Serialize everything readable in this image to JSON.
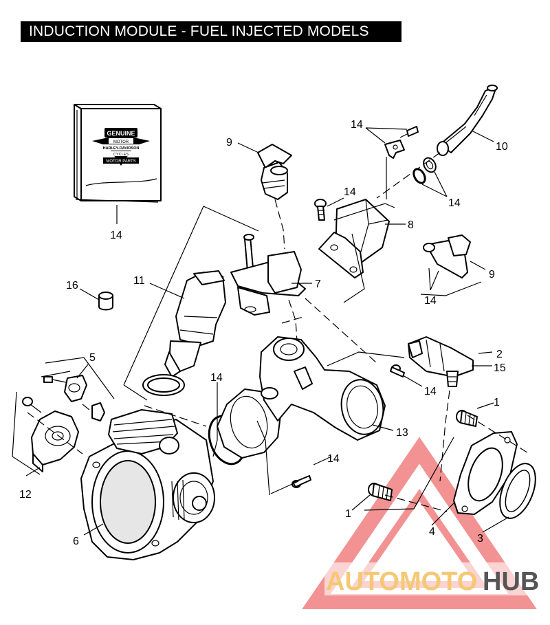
{
  "title": "INDUCTION MODULE - FUEL INJECTED MODELS",
  "callouts": [
    {
      "id": "c14-book",
      "label": "14"
    },
    {
      "id": "c9-top",
      "label": "9"
    },
    {
      "id": "c14-top",
      "label": "14"
    },
    {
      "id": "c10",
      "label": "10"
    },
    {
      "id": "c14-oring",
      "label": "14"
    },
    {
      "id": "c14-bolt8",
      "label": "14"
    },
    {
      "id": "c8",
      "label": "8"
    },
    {
      "id": "c9-right",
      "label": "9"
    },
    {
      "id": "c14-inj",
      "label": "14"
    },
    {
      "id": "c16",
      "label": "16"
    },
    {
      "id": "c11",
      "label": "11"
    },
    {
      "id": "c7",
      "label": "7"
    },
    {
      "id": "c2",
      "label": "2"
    },
    {
      "id": "c15",
      "label": "15"
    },
    {
      "id": "c5",
      "label": "5"
    },
    {
      "id": "c14-gasket",
      "label": "14"
    },
    {
      "id": "c14-screw13",
      "label": "14"
    },
    {
      "id": "c1-right",
      "label": "1"
    },
    {
      "id": "c13",
      "label": "13"
    },
    {
      "id": "c12",
      "label": "12"
    },
    {
      "id": "c14-lower",
      "label": "14"
    },
    {
      "id": "c1-left",
      "label": "1"
    },
    {
      "id": "c4",
      "label": "4"
    },
    {
      "id": "c3",
      "label": "3"
    },
    {
      "id": "c6",
      "label": "6"
    }
  ],
  "logo": {
    "line1": "GENUINE",
    "line2": "MOTOR",
    "line3": "HARLEY-DAVIDSON",
    "line4": "CYCLES",
    "line5": "MOTOR PARTS"
  },
  "watermark": {
    "part1": "AUTOMOTO",
    "part2": "HUB",
    "color_primary": "#f07f7f",
    "color_accent": "#f6c873",
    "color_dark": "#555555"
  }
}
